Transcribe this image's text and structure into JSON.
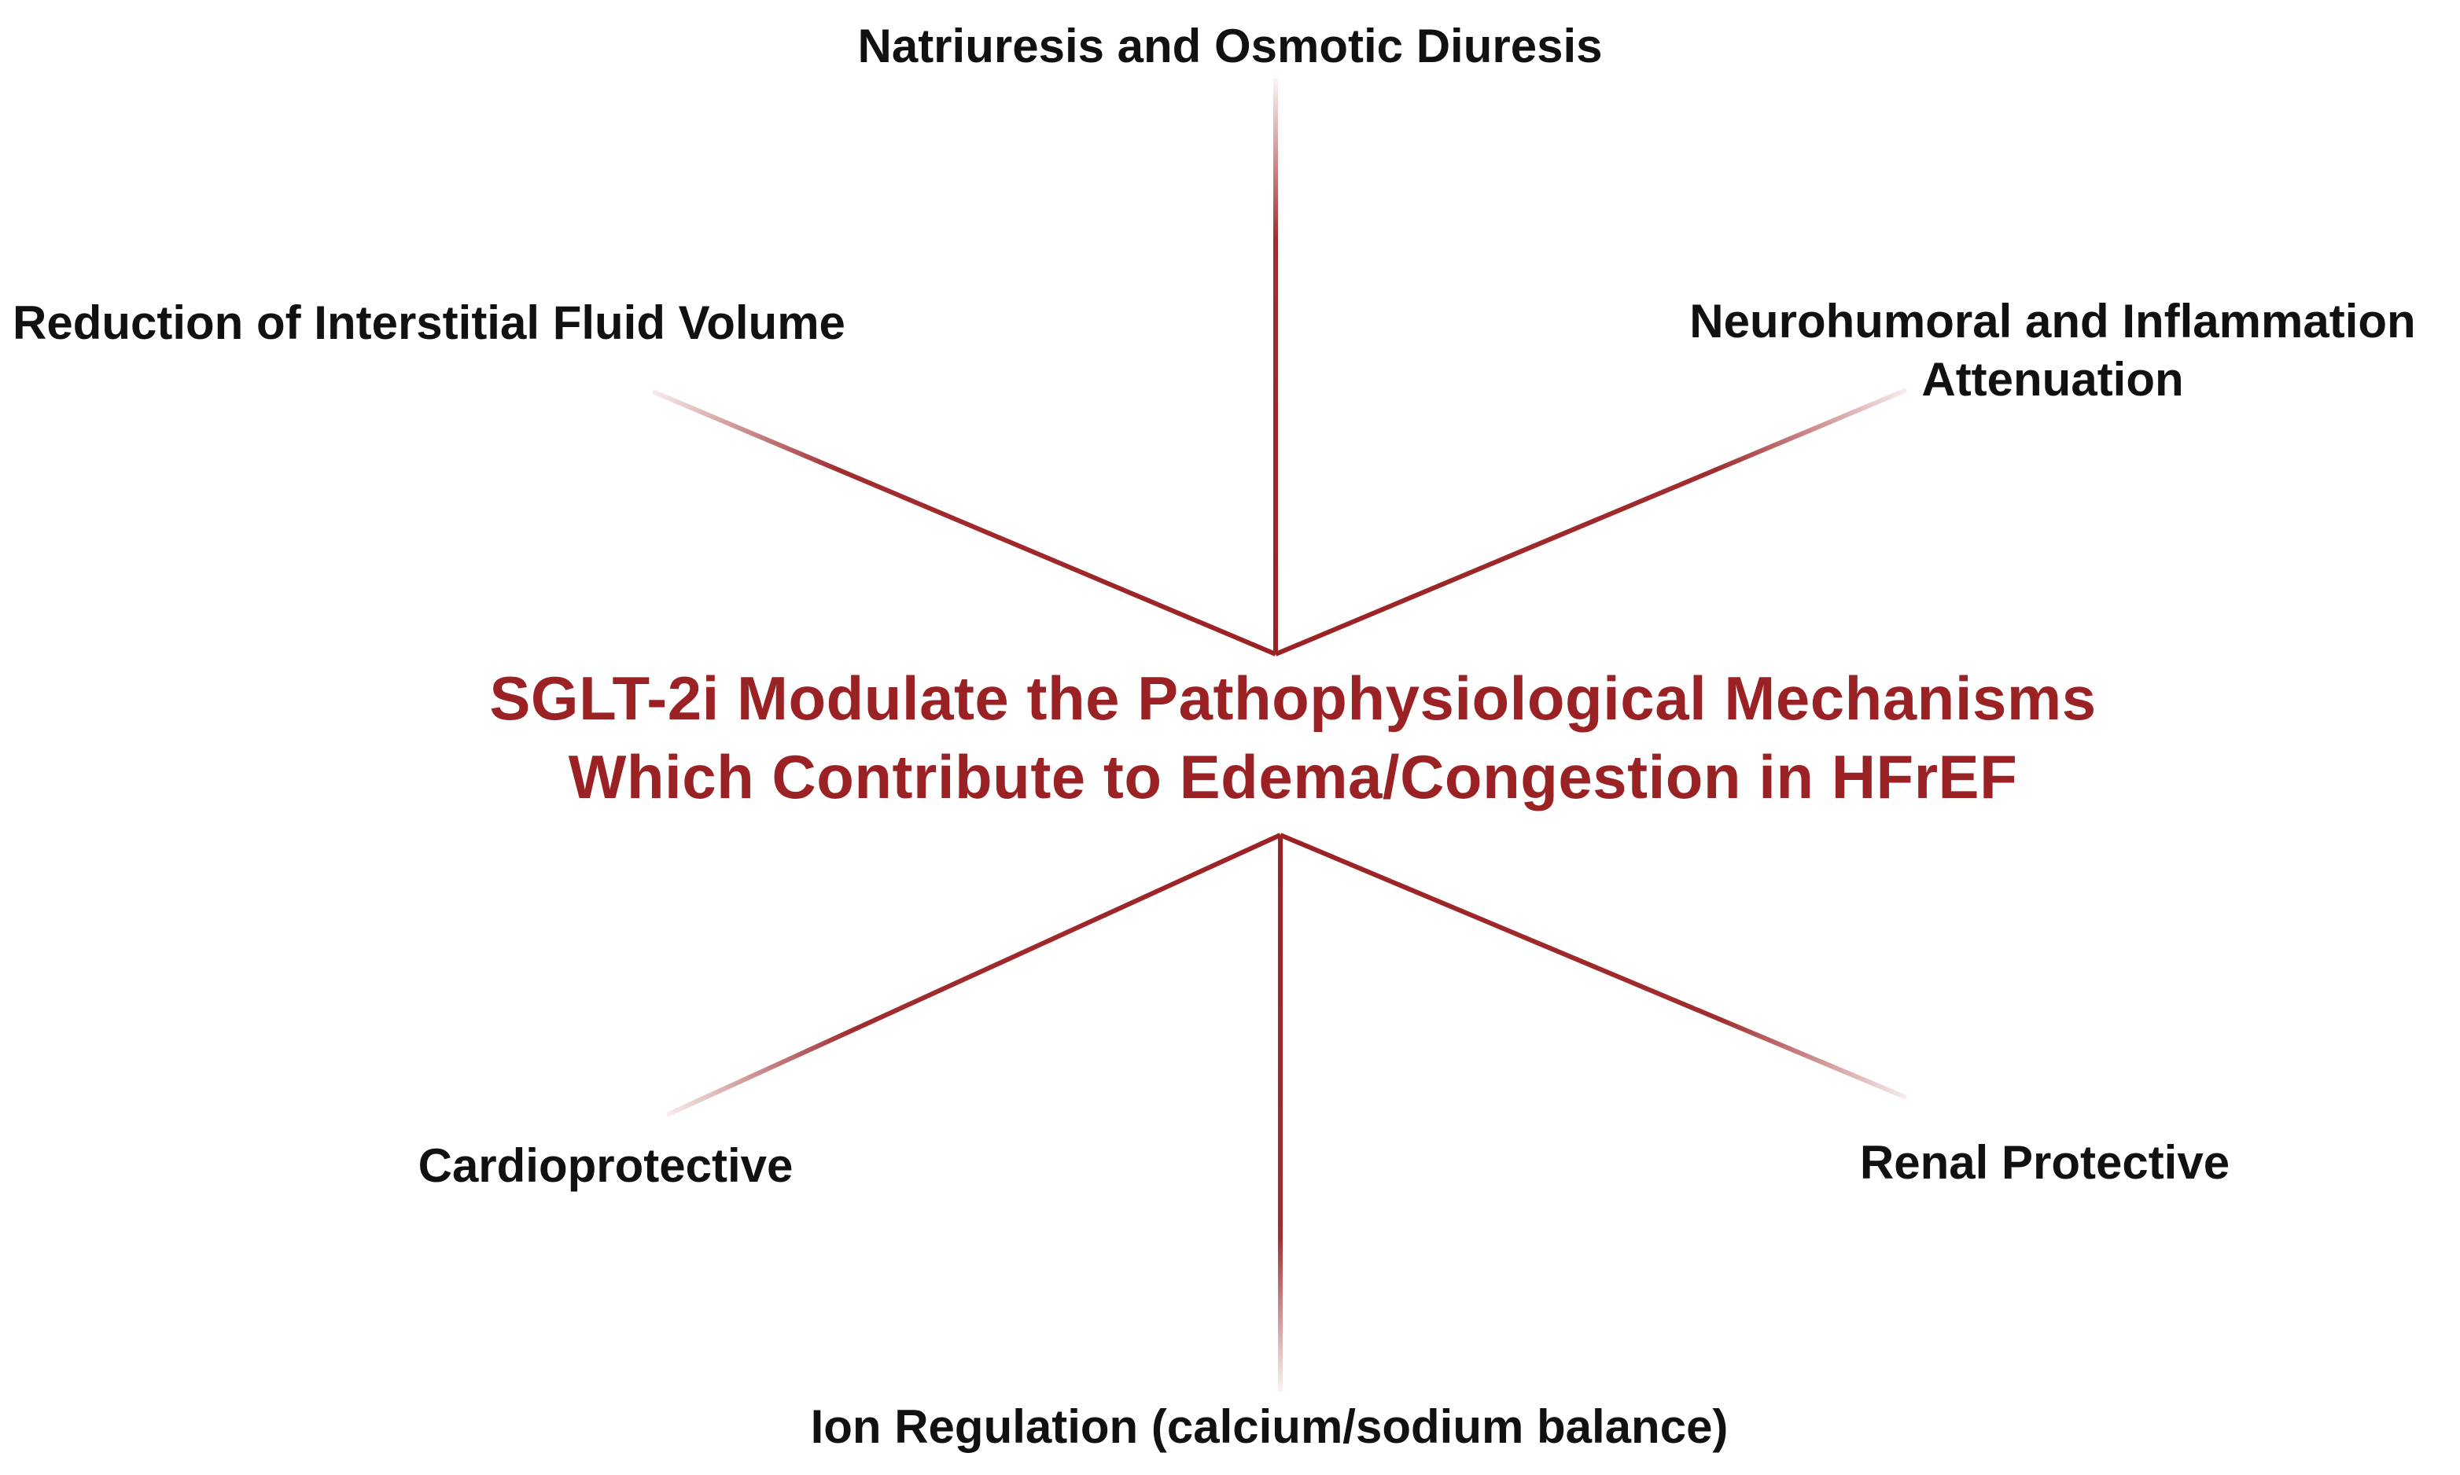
{
  "title_lines": [
    "SGLT-2i Modulate the Pathophysiological Mechanisms",
    "Which Contribute to Edema/Congestion in HFrEF"
  ],
  "mechanisms": {
    "top": [
      "Natriuresis and Osmotic Diuresis"
    ],
    "upper_left": [
      "Reduction of Interstitial Fluid Volume"
    ],
    "upper_right": [
      "Neurohumoral and Inflammation",
      "Attenuation"
    ],
    "lower_left": [
      "Cardioprotective"
    ],
    "lower_right": [
      "Renal Protective"
    ],
    "bottom": [
      "Ion Regulation (calcium/sodium balance)"
    ]
  },
  "colors": {
    "accent": "#9b2224",
    "text": "#111111",
    "background": "#ffffff"
  }
}
